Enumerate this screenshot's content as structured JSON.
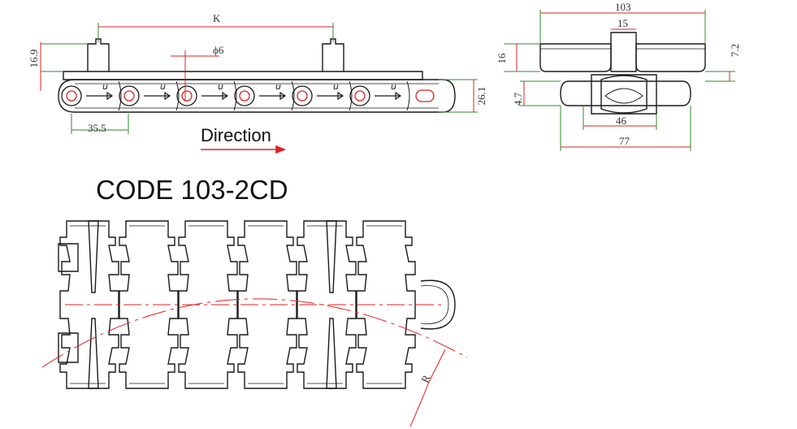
{
  "side_view": {
    "pitch_label": "K",
    "height_label": "16.9",
    "hole_label": "ϕ6",
    "chain_height_label": "26.1",
    "pitch_dim_label": "35.5",
    "link_mark": "u",
    "direction_label": "Direction"
  },
  "end_view": {
    "width_label": "103",
    "center_label": "15",
    "top_thickness_label": "16",
    "offset_label": "7.2",
    "lower_label": "4.7",
    "inner_width_label": "46",
    "pin_length_label": "77"
  },
  "title": "CODE 103-2CD",
  "plan_view": {
    "radius_label": "R"
  },
  "colors": {
    "line": "#1a1a1a",
    "dimension": "#2e8b2e",
    "accent": "#e02020"
  }
}
